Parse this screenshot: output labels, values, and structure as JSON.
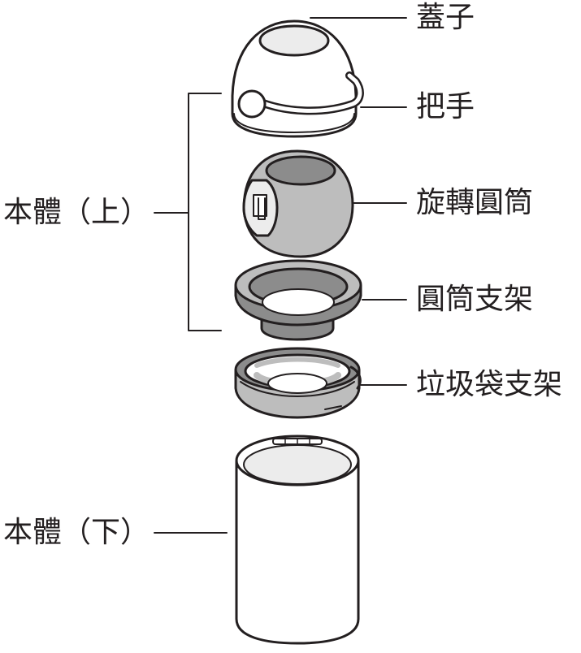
{
  "labels": {
    "lid": "蓋子",
    "handle": "把手",
    "rotating_cylinder": "旋轉圓筒",
    "cylinder_holder": "圓筒支架",
    "bag_holder": "垃圾袋支架",
    "body_upper": "本體（上）",
    "body_lower": "本體（下）"
  },
  "colors": {
    "outline": "#231f20",
    "white_part": "#ffffff",
    "light_gray": "#ececec",
    "mid_gray": "#bdbdbd",
    "dark_gray": "#8c8c8c"
  }
}
